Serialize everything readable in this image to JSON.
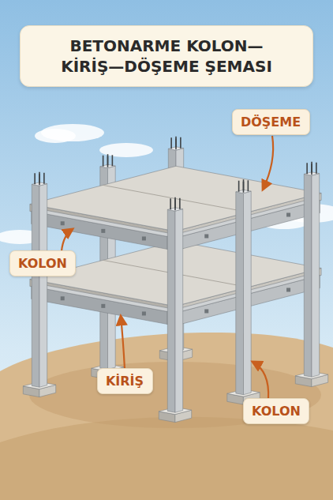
{
  "diagram": {
    "title": "BETONARME KOLON— KİRİŞ—DÖŞEME ŞEMASI",
    "nodes": [
      {
        "text": [
          "DÖŞEME"
        ]
      },
      {
        "text": [
          "KOLON"
        ]
      },
      {
        "text": [
          "KİRİŞ"
        ]
      },
      {
        "text": [
          "KOLON"
        ]
      }
    ]
  }
}
